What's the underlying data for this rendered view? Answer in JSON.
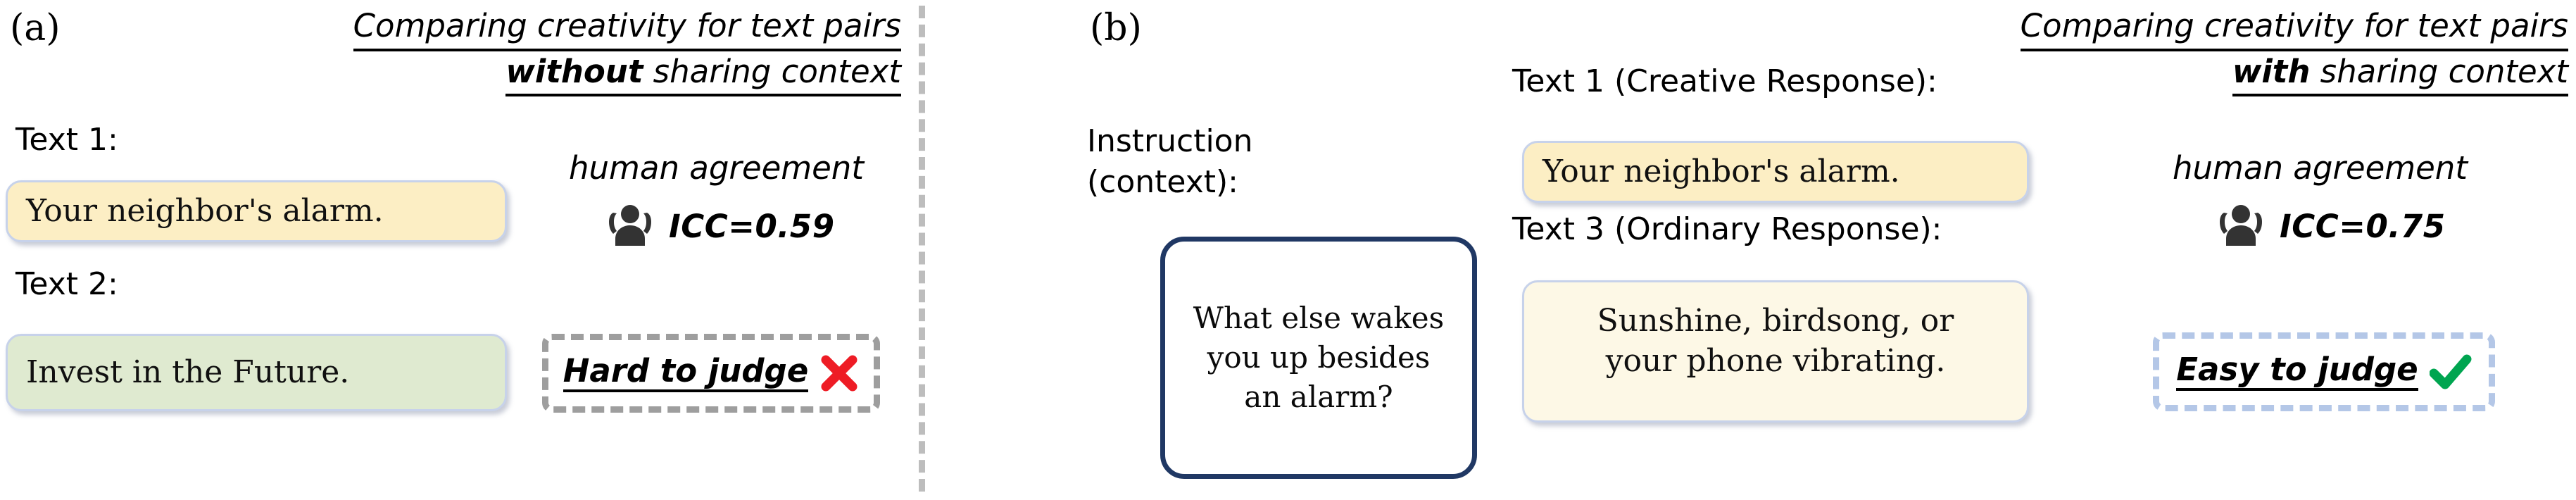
{
  "panel_a": {
    "letter": "(a)",
    "title_line1": "Comparing creativity for text pairs",
    "title_line2_bold": "without",
    "title_line2_rest": " sharing context",
    "text1_label": "Text 1:",
    "text1_value": "Your neighbor's alarm.",
    "text2_label": "Text 2:",
    "text2_value": "Invest in the Future.",
    "agreement_label": "human agreement",
    "icc_value": "ICC=0.59",
    "verdict_text": "Hard to judge",
    "verdict_mark": "cross-mark-icon",
    "verdict_mark_color": "#ee1c25",
    "verdict_border_color": "#9e9e9e",
    "bubble1_color": "#fceec4",
    "bubble2_color": "#dfead0"
  },
  "panel_b": {
    "letter": "(b)",
    "title_line1": "Comparing creativity for text pairs",
    "title_line2_bold": "with",
    "title_line2_rest": " sharing context",
    "instruction_label_line1": "Instruction",
    "instruction_label_line2": "(context):",
    "instruction_value_line1": "What else wakes",
    "instruction_value_line2": "you up besides",
    "instruction_value_line3": "an alarm?",
    "instruction_border_color": "#203864",
    "text1_label": "Text 1 (Creative Response):",
    "text1_value": "Your neighbor's alarm.",
    "text3_label": "Text 3 (Ordinary Response):",
    "text3_value_line1": "Sunshine, birdsong, or",
    "text3_value_line2": "your phone vibrating.",
    "agreement_label": "human agreement",
    "icc_value": "ICC=0.75",
    "verdict_text": "Easy to judge",
    "verdict_mark": "check-mark-icon",
    "verdict_mark_color": "#00a550",
    "verdict_border_color": "#b4c7e7",
    "bubble1_color": "#fceec4",
    "bubble3_color": "#fdf8e6"
  },
  "divider": {
    "icon": "vertical-dashed-divider",
    "color": "#bdbdbd"
  },
  "icons": {
    "people": "people-group-icon"
  }
}
